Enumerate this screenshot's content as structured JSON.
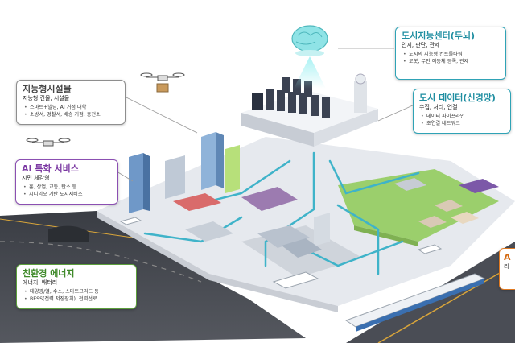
{
  "callouts": {
    "brain": {
      "title": "도시지능센터(두뇌)",
      "subtitle": "인지, 판단, 관제",
      "items": [
        "도시의 지능형 컨트롤타워",
        "로봇, 무인 이동체 등록, 관제"
      ]
    },
    "facilities": {
      "title": "지능형시설물",
      "subtitle": "지능형 건물, 시설물",
      "items": [
        "스마트+빌딩, AI 거점 대학",
        "소방서, 경찰서, 배송 거점, 충전소"
      ]
    },
    "data": {
      "title": "도시 데이터(신경망)",
      "subtitle": "수집, 처리, 연결",
      "items": [
        "데이터 파이프라인",
        "초연결 네트워크"
      ]
    },
    "ai_service": {
      "title": "AI 특화 서비스",
      "subtitle": "시민 체감형",
      "items": [
        "홈, 상업, 교통, 탄소 등",
        "시니리오 기반 도시서비스"
      ]
    },
    "energy": {
      "title": "친환경 에너지",
      "subtitle": "에너지, 배터리",
      "items": [
        "태양광/열, 수소, 스마트그리드 등",
        "BESS(전력 저장장치), 전력선로"
      ]
    },
    "cutoff": {
      "title": "A",
      "subtitle": "리"
    }
  },
  "colors": {
    "brain": "#2fa3b6",
    "facilities": "#8e8e8e",
    "data": "#2fa3b6",
    "ai_service": "#8b4fb2",
    "energy": "#5c9f3c",
    "cutoff": "#e07a22",
    "network_lines": "#3fb3c9"
  }
}
